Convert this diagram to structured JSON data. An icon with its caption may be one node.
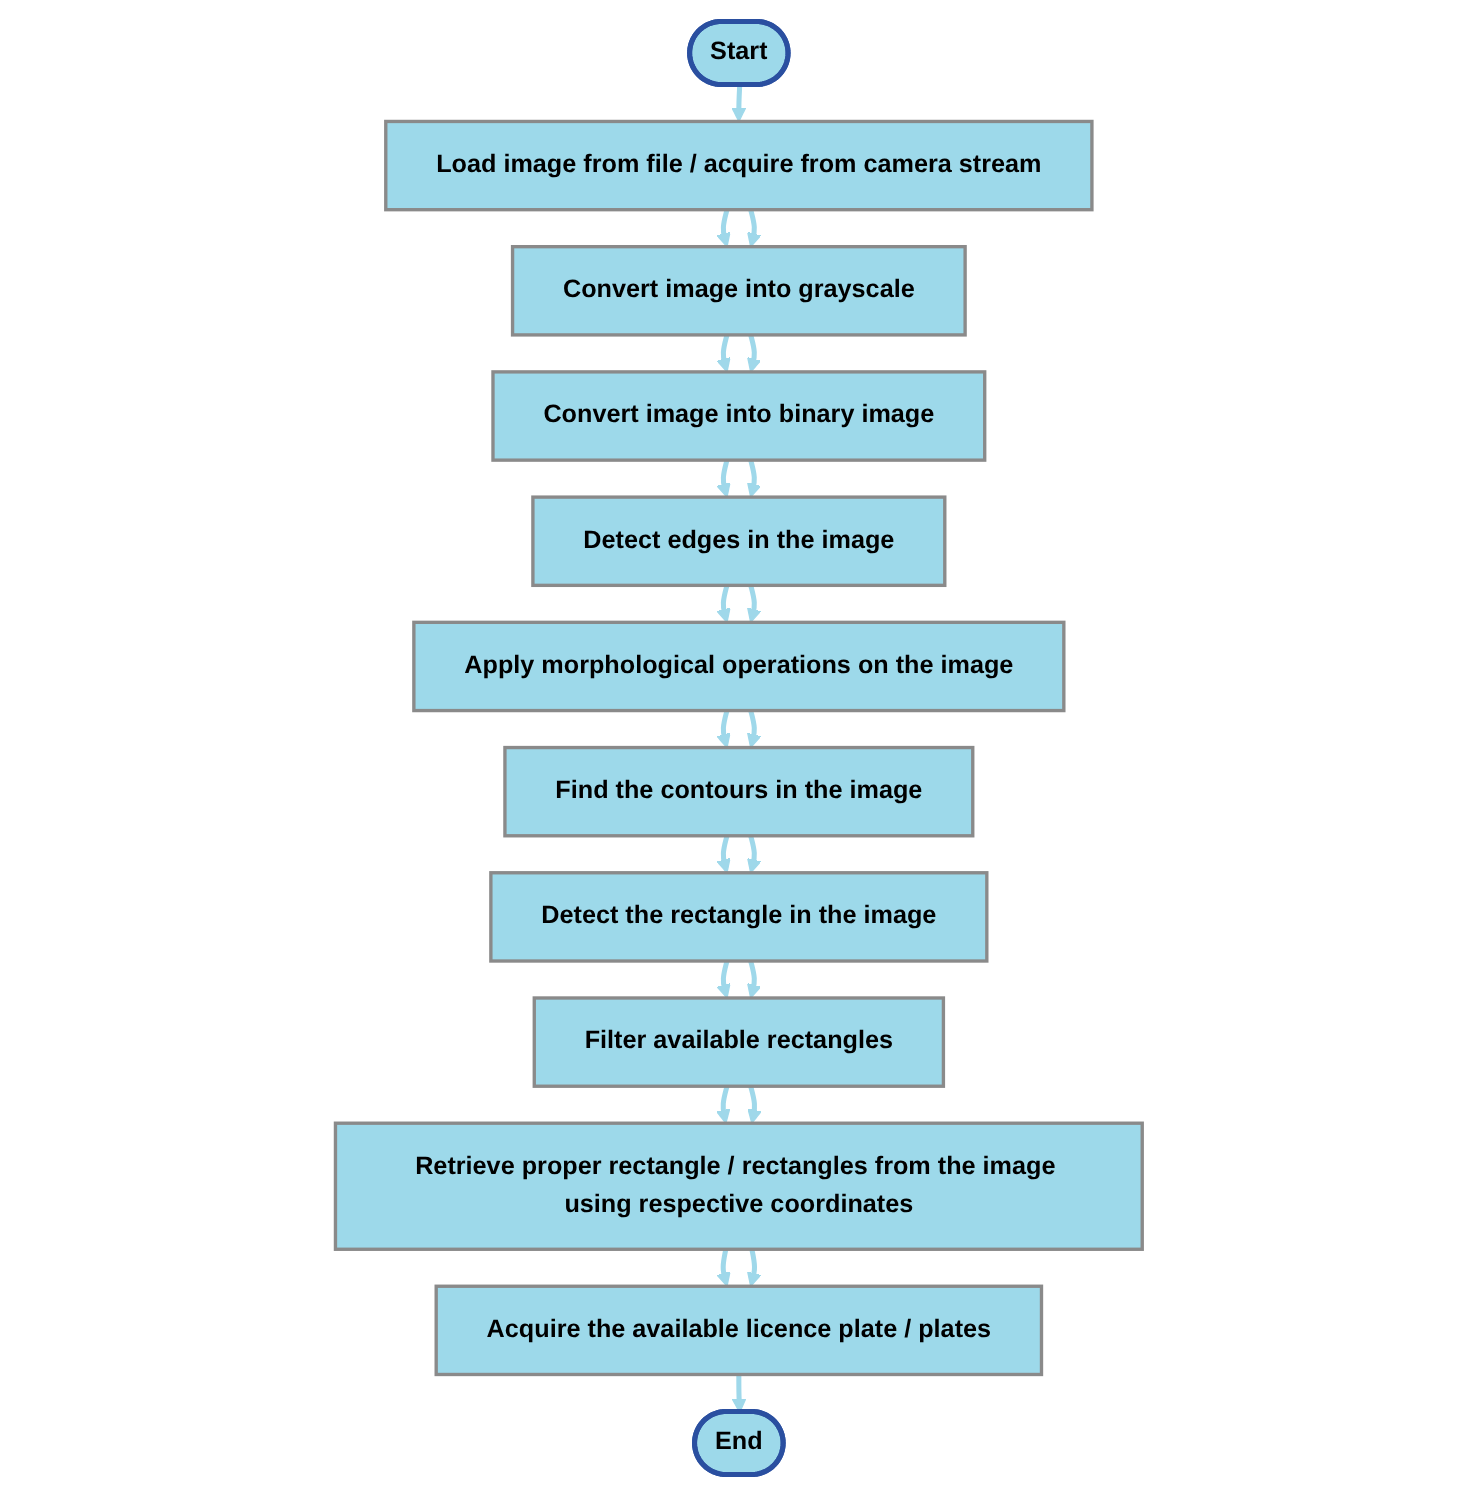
{
  "diagram": {
    "nodes": [
      {
        "text": [
          "Start"
        ]
      },
      {
        "text": [
          "Load image from file / acquire from camera stream"
        ]
      },
      {
        "text": [
          "Convert image into grayscale"
        ]
      },
      {
        "text": [
          "Convert image into binary image"
        ]
      },
      {
        "text": [
          "Detect edges in the image"
        ]
      },
      {
        "text": [
          "Apply morphological operations on the image"
        ]
      },
      {
        "text": [
          "Find the contours in the image"
        ]
      },
      {
        "text": [
          "Detect the rectangle in the image"
        ]
      },
      {
        "text": [
          "Filter available rectangles"
        ]
      },
      {
        "text": [
          "Retrieve proper rectangle / rectangles from the image using respective coordinates"
        ]
      },
      {
        "text": [
          "Acquire the available licence plate / plates"
        ]
      },
      {
        "text": [
          "End"
        ]
      }
    ],
    "edges": [
      {
        "from": 0,
        "to": 1,
        "arrow": "to"
      },
      {
        "from": 1,
        "to": 2,
        "arrow": "to"
      },
      {
        "from": 1,
        "to": 2,
        "arrow": "to"
      },
      {
        "from": 2,
        "to": 3,
        "arrow": "to"
      },
      {
        "from": 2,
        "to": 3,
        "arrow": "to"
      },
      {
        "from": 3,
        "to": 4,
        "arrow": "to"
      },
      {
        "from": 3,
        "to": 4,
        "arrow": "to"
      },
      {
        "from": 4,
        "to": 5,
        "arrow": "to"
      },
      {
        "from": 4,
        "to": 5,
        "arrow": "to"
      },
      {
        "from": 5,
        "to": 6,
        "arrow": "to"
      },
      {
        "from": 5,
        "to": 6,
        "arrow": "to"
      },
      {
        "from": 6,
        "to": 7,
        "arrow": "to"
      },
      {
        "from": 6,
        "to": 7,
        "arrow": "to"
      },
      {
        "from": 7,
        "to": 8,
        "arrow": "to"
      },
      {
        "from": 7,
        "to": 8,
        "arrow": "to"
      },
      {
        "from": 8,
        "to": 9,
        "arrow": "to"
      },
      {
        "from": 8,
        "to": 9,
        "arrow": "to"
      },
      {
        "from": 9,
        "to": 10,
        "arrow": "to"
      },
      {
        "from": 9,
        "to": 10,
        "arrow": "to"
      },
      {
        "from": 10,
        "to": 11,
        "arrow": "to"
      }
    ]
  }
}
